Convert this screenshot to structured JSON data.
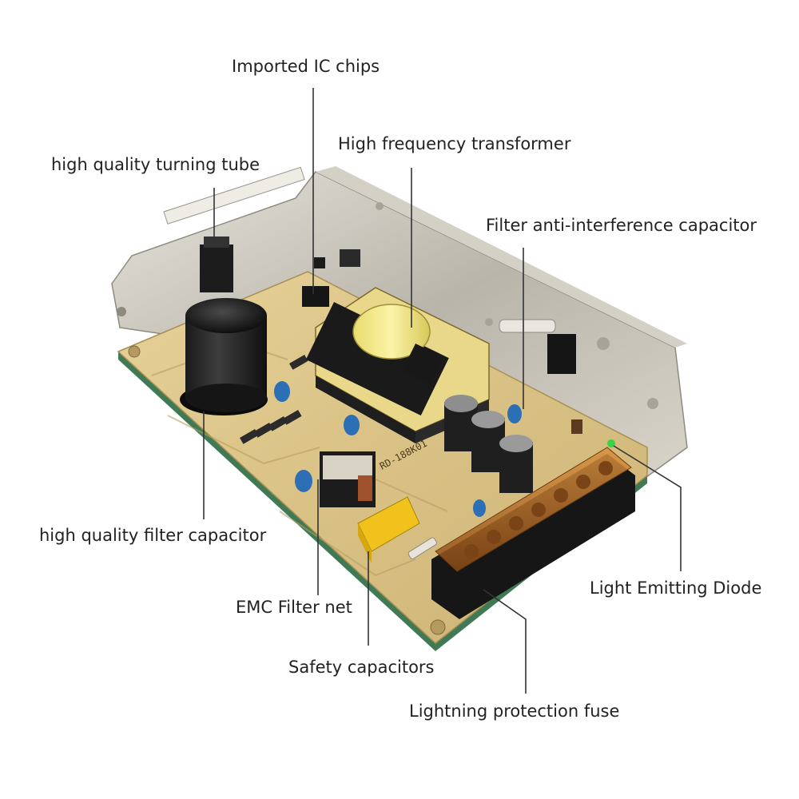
{
  "labels": {
    "imported_ic_chips": "Imported IC chips",
    "high_frequency_transformer": "High frequency transformer",
    "high_quality_turning_tube": "high quality turning tube",
    "filter_anti_interference_capacitor": "Filter anti-interference capacitor",
    "high_quality_filter_capacitor": "high quality filter capacitor",
    "light_emitting_diode": "Light Emitting Diode",
    "emc_filter_net": "EMC Filter net",
    "safety_capacitors": "Safety capacitors",
    "lightning_protection_fuse": "Lightning protection fuse"
  },
  "board": {
    "model_marking": "RD-188K01"
  },
  "colors": {
    "pcb": "#dcc48a",
    "chassis": "#c7c3b8",
    "leader_line": "#333333",
    "label_text": "#222222",
    "transformer_core": "#f1e68a",
    "terminal_cover": "#c87a2a"
  }
}
